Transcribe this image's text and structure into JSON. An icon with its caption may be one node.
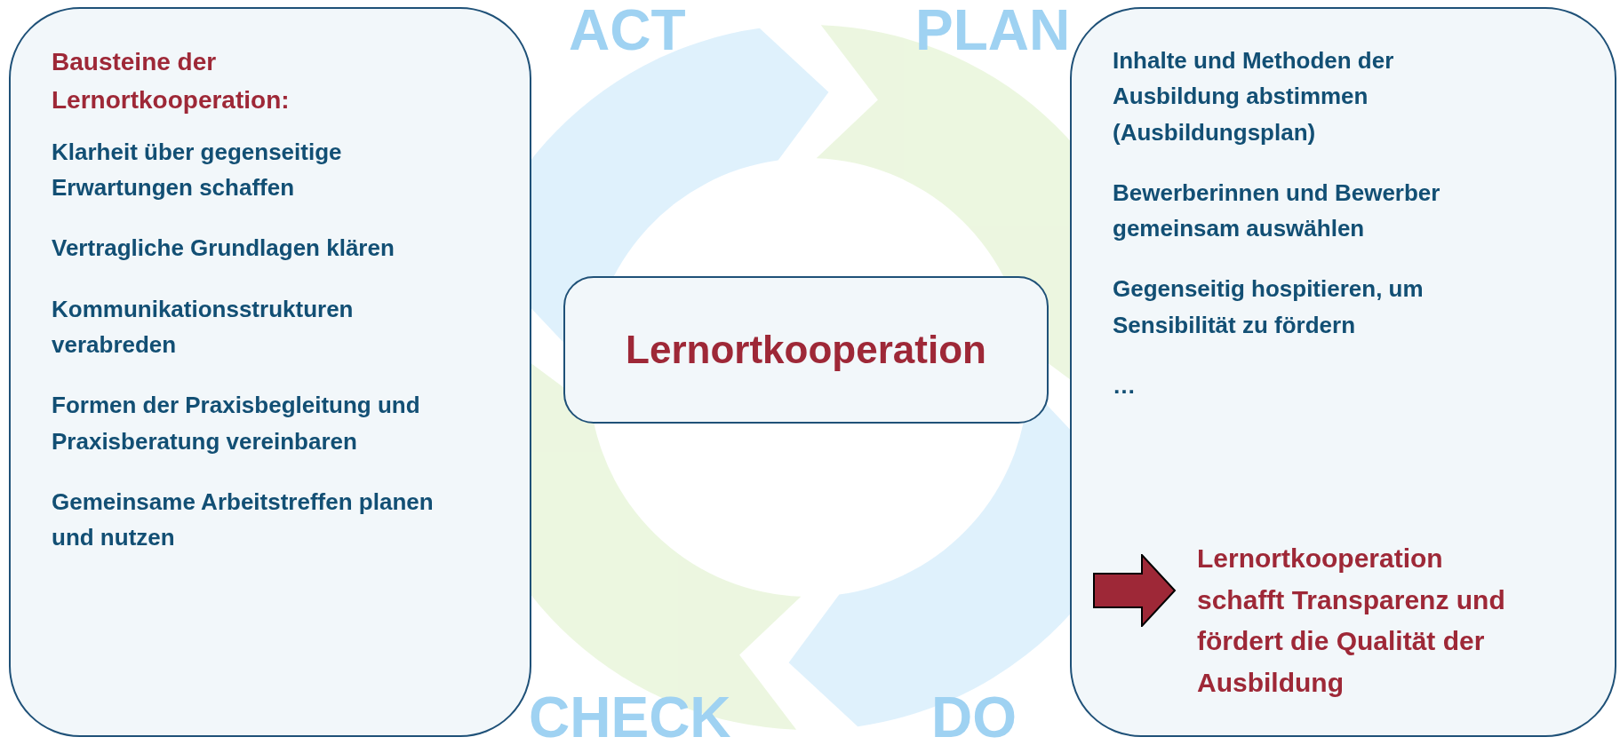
{
  "diagram": {
    "nodes": [
      {
        "text": [
          "Bausteine der Lernortkooperation:",
          "Klarheit über gegenseitige Erwartungen schaffen",
          "Vertragliche Grundlagen klären",
          "Kommunikationsstrukturen verabreden",
          "Formen der Praxisbegleitung und Praxisberatung vereinbaren",
          "Gemeinsame Arbeitstreffen planen und nutzen"
        ]
      },
      {
        "text": [
          "Lernortkooperation"
        ]
      },
      {
        "text": [
          "Inhalte und Methoden der Ausbildung abstimmen (Ausbildungsplan)",
          "Bewerberinnen und Bewerber gemeinsam auswählen",
          "Gegenseitig hospitieren, um Sensibilität zu fördern",
          "…",
          "Lernortkooperation schafft Transparenz und fördert die Qualität der Ausbildung"
        ]
      }
    ],
    "labels": [
      "ACT",
      "PLAN",
      "CHECK",
      "DO"
    ]
  }
}
